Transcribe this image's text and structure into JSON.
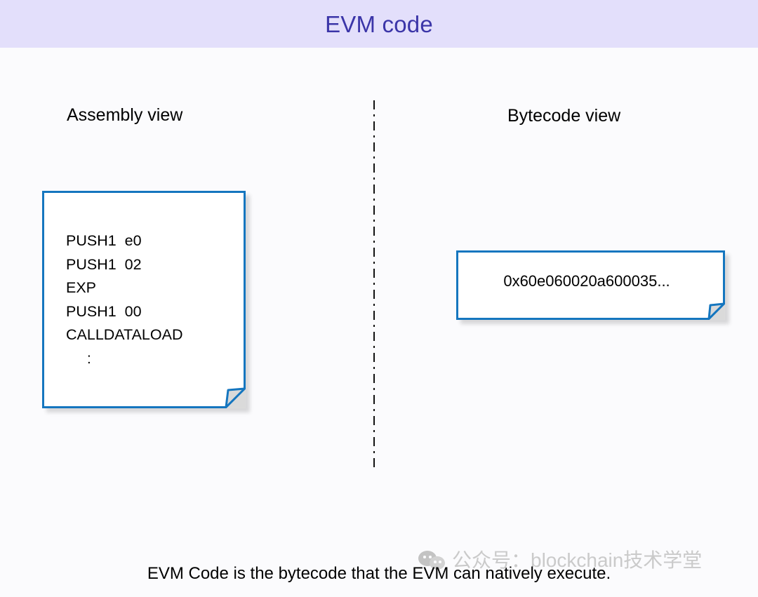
{
  "header": {
    "title": "EVM code",
    "background": "#e3dffb",
    "title_color": "#3b35a8"
  },
  "slide": {
    "background": "#fbfbfd",
    "caption": "EVM Code is the bytecode that the EVM can natively execute."
  },
  "columns": {
    "assembly": {
      "heading": "Assembly view",
      "code": "PUSH1  e0\nPUSH1  02\nEXP\nPUSH1  00\nCALLDATALOAD\n     :",
      "code_lines": [
        "PUSH1  e0",
        "PUSH1  02",
        "EXP",
        "PUSH1  00",
        "CALLDATALOAD",
        "     :"
      ]
    },
    "bytecode": {
      "heading": "Bytecode view",
      "value": "0x60e060020a600035..."
    }
  },
  "divider": {
    "style": "dash-dot-vertical",
    "color": "#111111"
  },
  "note_box_style": {
    "border_color": "#1576bf",
    "fill": "#ffffff",
    "fold_fill": "#d9d9d9"
  },
  "watermark": {
    "icon": "wechat-icon",
    "text": "公众号：blockchain技术学堂",
    "color": "#c6c6c6"
  }
}
